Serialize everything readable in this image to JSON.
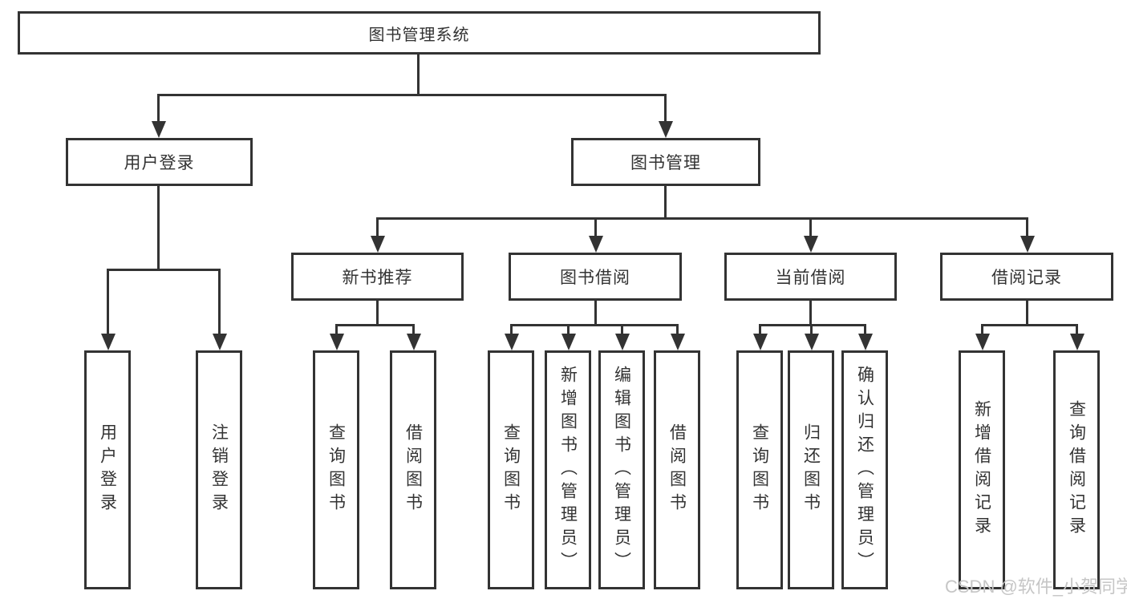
{
  "colors": {
    "line": "#333333",
    "text": "#333333",
    "box_bg": "#ffffff",
    "page_bg": "#ffffff",
    "watermark": "#c6c6c6"
  },
  "nodes": {
    "root": "图书管理系统",
    "user_login": "用户登录",
    "book_mgmt": "图书管理",
    "new_books": "新书推荐",
    "book_borrow": "图书借阅",
    "current_borrow": "当前借阅",
    "borrow_records": "借阅记录",
    "leaves": {
      "user_login": [
        "用户登录",
        "注销登录"
      ],
      "new_books": [
        "查询图书",
        "借阅图书"
      ],
      "book_borrow": [
        "查询图书",
        "新增图书（管理员）",
        "编辑图书（管理员）",
        "借阅图书"
      ],
      "current_borrow": [
        "查询图书",
        "归还图书",
        "确认归还（管理员）"
      ],
      "borrow_records": [
        "新增借阅记录",
        "查询借阅记录"
      ]
    }
  },
  "watermark": {
    "text": "CSDN @软件_小贺同学"
  }
}
